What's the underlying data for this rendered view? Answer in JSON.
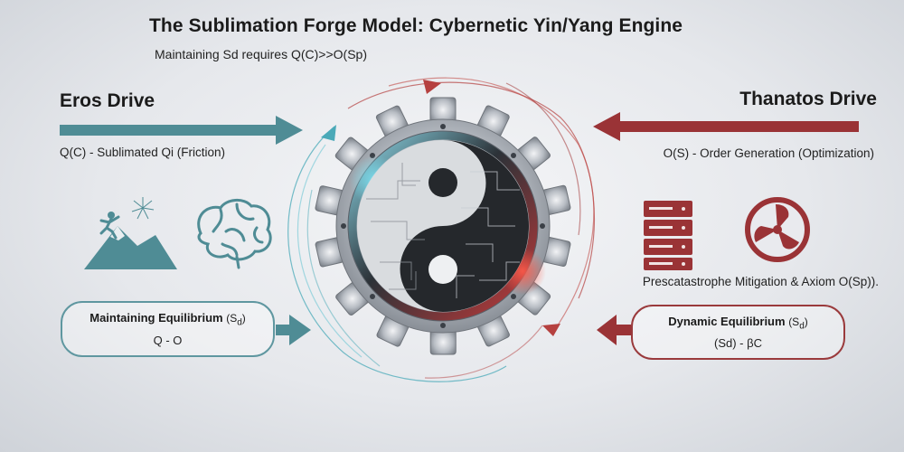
{
  "header": {
    "title": "The Sublimation Forge Model: Cybernetic Yin/Yang Engine",
    "subtitle": "Maintaining Sd requires Q(C)>>O(Sp)"
  },
  "eros": {
    "title": "Eros Drive",
    "subtitle": "Q(C) - Sublimated Qi (Friction)",
    "box_title": "Maintaining Equilibrium",
    "box_symbol": "(S",
    "box_symbol_sub": "d",
    "box_symbol_close": ")",
    "box_value": "Q - O",
    "icons": [
      "climber-mountain-icon",
      "brain-icon"
    ]
  },
  "thanatos": {
    "title": "Thanatos Drive",
    "subtitle": "O(S) - Order Generation (Optimization)",
    "mitigation": "Prescatastrophe Mitigation & Axiom O(Sp)).",
    "box_title": "Dynamic Equilibrium",
    "box_symbol": "(S",
    "box_symbol_sub": "d",
    "box_symbol_close": ")",
    "box_value": "(Sd) - βC",
    "icons": [
      "server-rack-icon",
      "fan-icon"
    ]
  },
  "center": {
    "icons": [
      "gear-icon",
      "yin-yang-icon",
      "circuit-icon"
    ]
  },
  "colors": {
    "eros_teal": "#4f8c95",
    "thanatos_red": "#9a3336",
    "glow_cyan": "#38c8e0",
    "glow_red": "#e03a3a"
  }
}
